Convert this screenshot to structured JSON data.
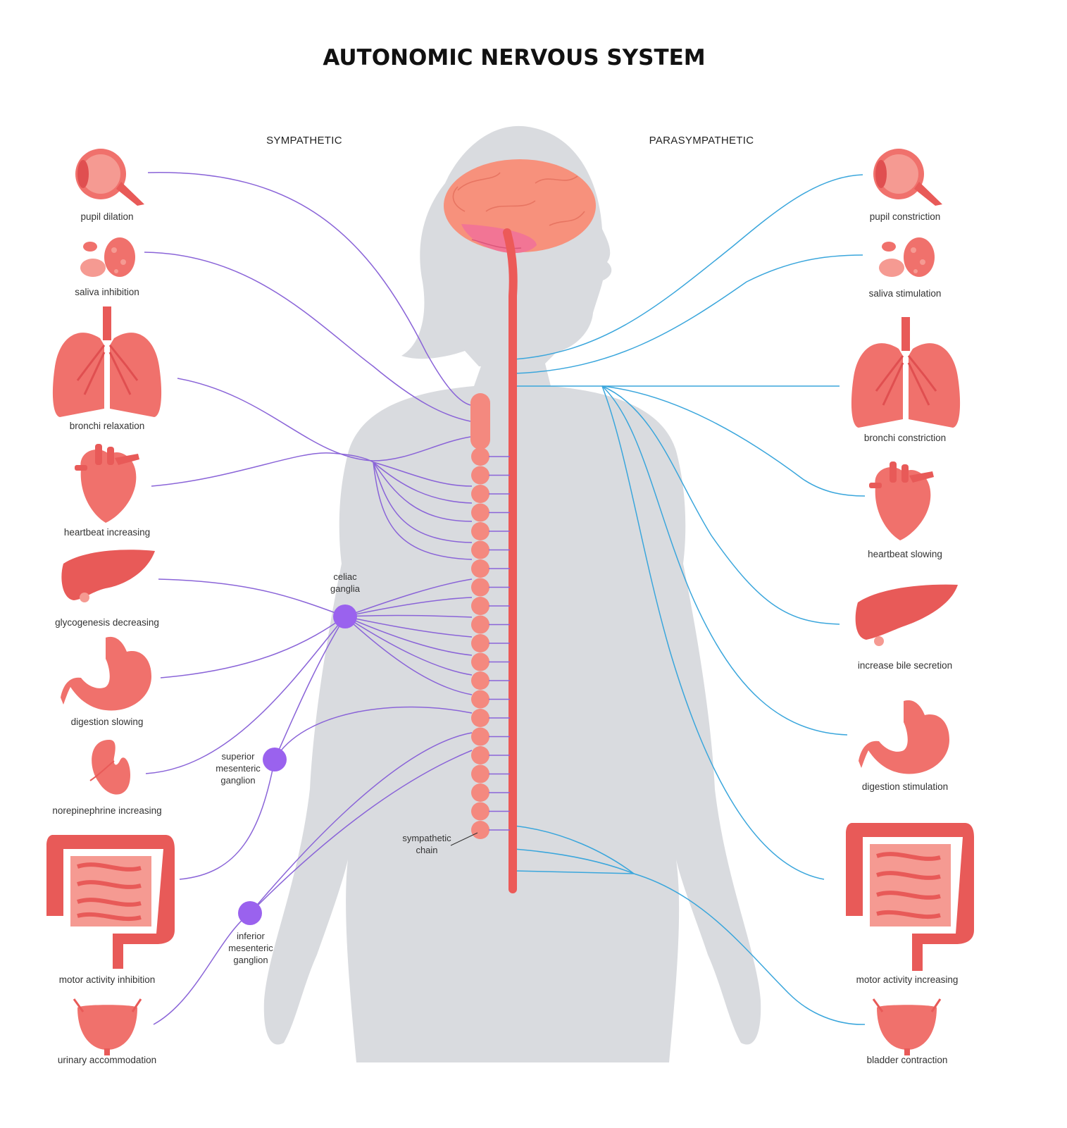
{
  "title": "AUTONOMIC NERVOUS SYSTEM",
  "sides": {
    "sympathetic": "SYMPATHETIC",
    "parasympathetic": "PARASYMPATHETIC"
  },
  "left_organs": [
    {
      "label": "pupil dilation",
      "icon": "eye-icon"
    },
    {
      "label": "saliva inhibition",
      "icon": "salivary-gland-icon"
    },
    {
      "label": "bronchi relaxation",
      "icon": "lungs-icon"
    },
    {
      "label": "heartbeat increasing",
      "icon": "heart-icon"
    },
    {
      "label": "glycogenesis decreasing",
      "icon": "liver-icon"
    },
    {
      "label": "digestion slowing",
      "icon": "stomach-icon"
    },
    {
      "label": "norepinephrine increasing",
      "icon": "kidney-icon"
    },
    {
      "label": "motor activity inhibition",
      "icon": "intestine-icon"
    },
    {
      "label": "urinary accommodation",
      "icon": "bladder-icon"
    }
  ],
  "right_organs": [
    {
      "label": "pupil constriction",
      "icon": "eye-icon"
    },
    {
      "label": "saliva stimulation",
      "icon": "salivary-gland-icon"
    },
    {
      "label": "bronchi constriction",
      "icon": "lungs-icon"
    },
    {
      "label": "heartbeat slowing",
      "icon": "heart-icon"
    },
    {
      "label": "increase bile secretion",
      "icon": "liver-icon"
    },
    {
      "label": "digestion stimulation",
      "icon": "stomach-icon"
    },
    {
      "label": "motor activity increasing",
      "icon": "intestine-icon"
    },
    {
      "label": "bladder contraction",
      "icon": "bladder-icon"
    }
  ],
  "ganglia": {
    "celiac": [
      "celiac",
      "ganglia"
    ],
    "superior": [
      "superior",
      "mesenteric",
      "ganglion"
    ],
    "inferior": [
      "inferior",
      "mesenteric",
      "ganglion"
    ],
    "chain": [
      "sympathetic",
      "chain"
    ]
  },
  "colors": {
    "sympathetic": "#8a64d8",
    "parasympathetic": "#3aa6dc",
    "organ": "#f0716c",
    "spine": "#ec5a58",
    "chain": "#f4897f",
    "ganglion": "#9a62ee",
    "silhouette": "#d9dbdf",
    "brain": "#f7917c",
    "cerebellum": "#f27595"
  }
}
